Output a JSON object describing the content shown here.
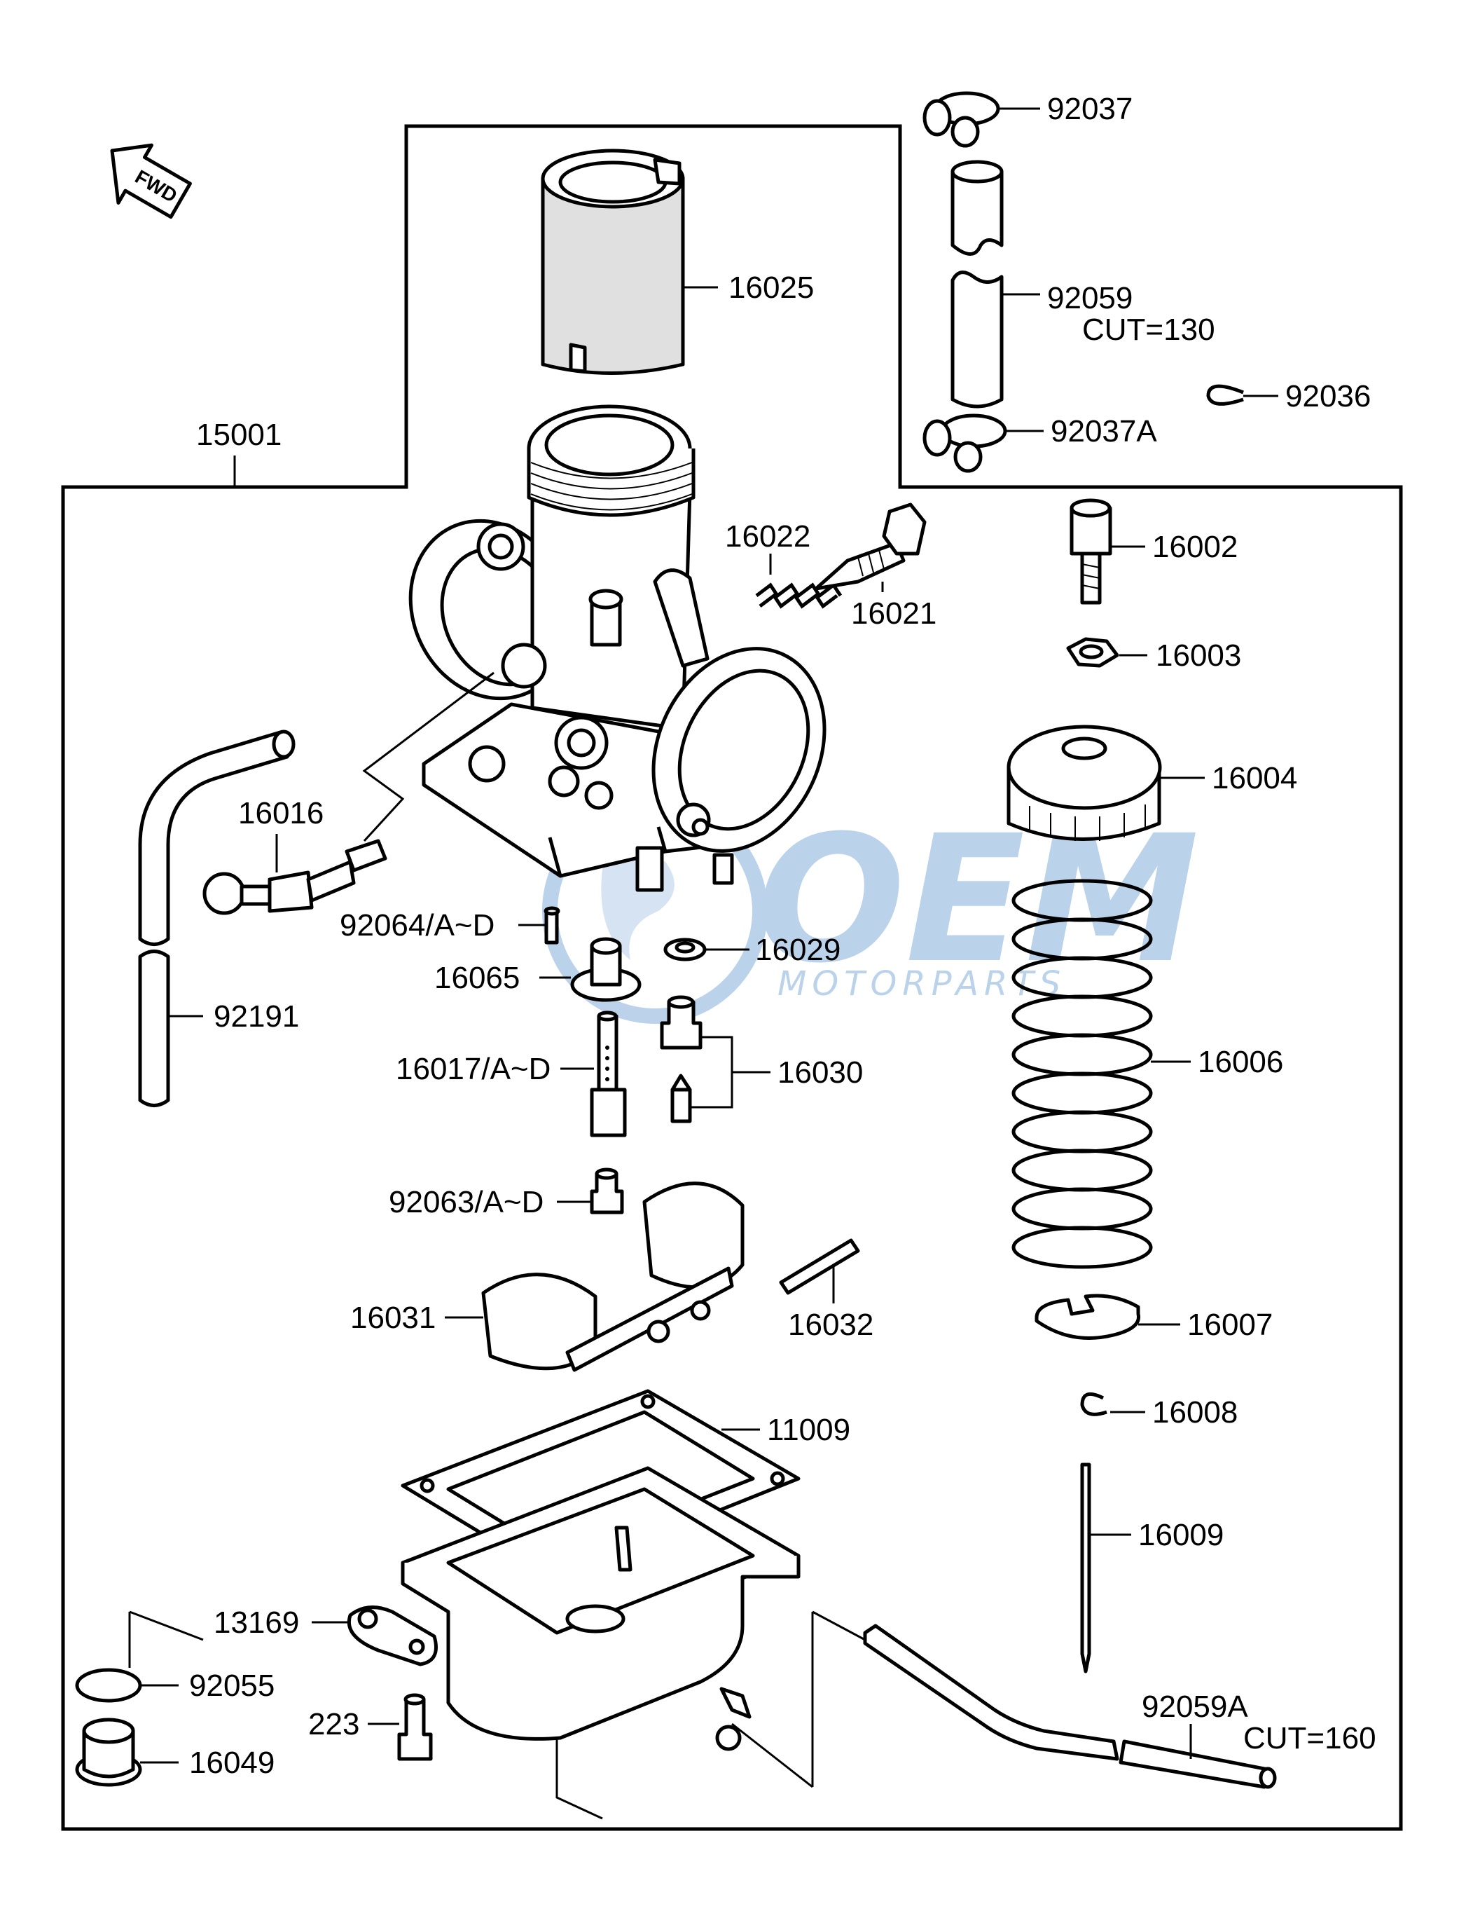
{
  "fwd_label": "FWD",
  "parts": {
    "p92037": "92037",
    "p16025": "16025",
    "p92059": "92059",
    "p92059_cut": "CUT=130",
    "p92036": "92036",
    "p15001": "15001",
    "p92037A": "92037A",
    "p16022": "16022",
    "p16021": "16021",
    "p16002": "16002",
    "p16003": "16003",
    "p16004": "16004",
    "p16016": "16016",
    "p92064": "92064/A~D",
    "p16029": "16029",
    "p16065": "16065",
    "p92191": "92191",
    "p16017": "16017/A~D",
    "p16030": "16030",
    "p16006": "16006",
    "p92063": "92063/A~D",
    "p16031": "16031",
    "p16032": "16032",
    "p16007": "16007",
    "p16008": "16008",
    "p11009": "11009",
    "p16009": "16009",
    "p13169": "13169",
    "p92055": "92055",
    "p223": "223",
    "p16049": "16049",
    "p92059A": "92059A",
    "p92059A_cut": "CUT=160"
  },
  "watermark": {
    "brand": "OEM",
    "sub": "MOTORPARTS",
    "color": "#3b7fc4"
  }
}
